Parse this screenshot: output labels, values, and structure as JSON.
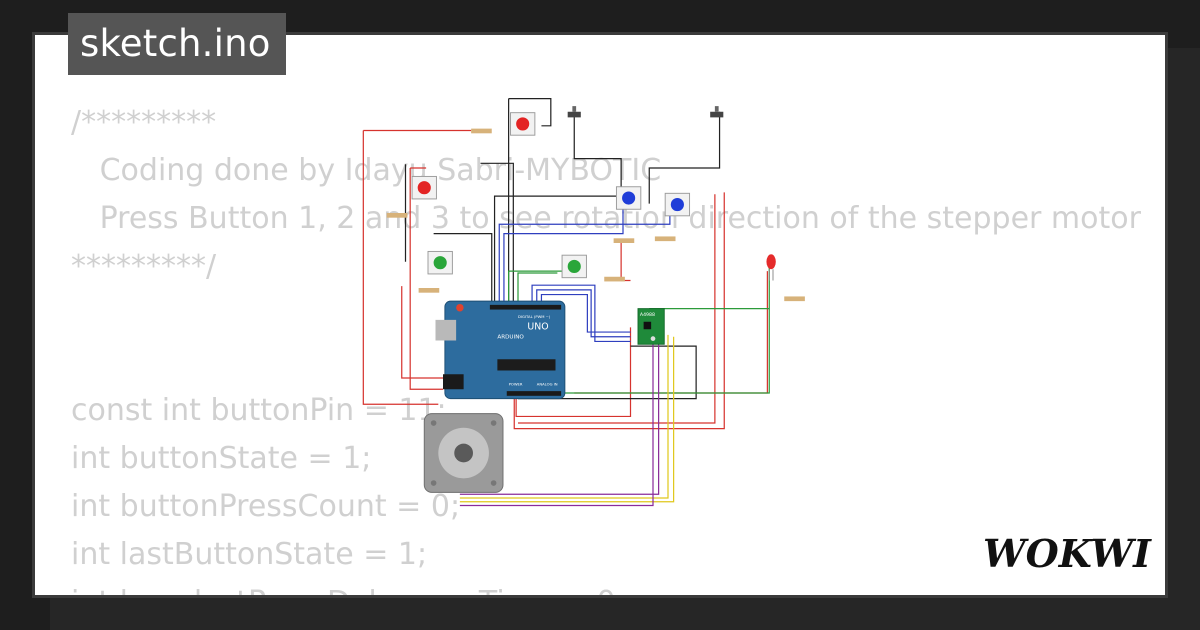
{
  "file": {
    "name": "sketch.ino"
  },
  "code": {
    "lines": [
      "/*********",
      "   Coding done by Idayu Sabri-MYBOTIC",
      "   Press Button 1, 2 and 3 to see rotation direction of the stepper motor",
      "*********/",
      "",
      "",
      "const int buttonPin = 11;",
      "int buttonState = 1;",
      "int buttonPressCount = 0;",
      "int lastButtonState = 1;"
    ]
  },
  "diagram": {
    "board_label": "UNO",
    "board_brand": "ARDUINO",
    "board_header": "DIGITAL (PWM ~)",
    "board_power": "POWER",
    "board_analog": "ANALOG IN",
    "driver_label": "A4988"
  },
  "logo": {
    "text": "WOKWI"
  },
  "colors": {
    "background": "#1e1e1e",
    "card": "#ffffff",
    "filename_bg": "#555555",
    "code_text": "#d0d0d0",
    "board": "#2d6c9e"
  }
}
